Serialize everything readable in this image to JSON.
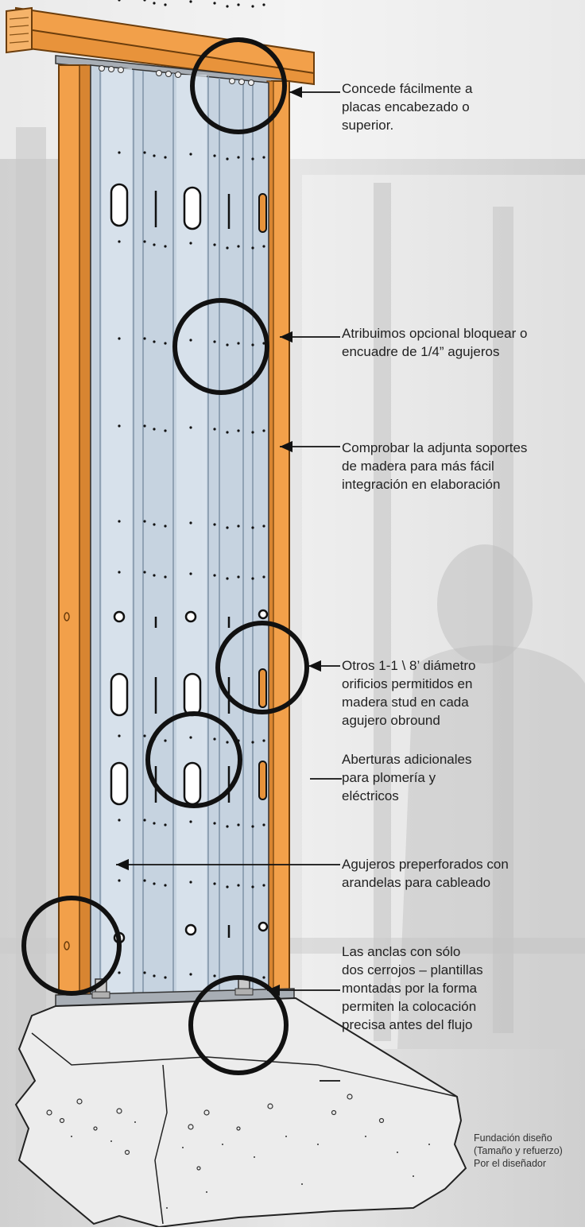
{
  "callouts": [
    {
      "id": "header",
      "text": "Concede fácilmente a\nplacas encabezado o\nsuperior."
    },
    {
      "id": "blocking",
      "text": "Atribuimos opcional bloquear o\nencuadre de 1/4” agujeros"
    },
    {
      "id": "wood-studs",
      "text": "Comprobar la adjunta soportes\nde madera para más fácil\nintegración en elaboración"
    },
    {
      "id": "holes-diameter",
      "text": "Otros 1-1 \\ 8’ diámetro\norificios permitidos en\nmadera stud en cada\nagujero obround"
    },
    {
      "id": "openings",
      "text": "Aberturas adicionales\npara plomería y\neléctricos"
    },
    {
      "id": "predrilled",
      "text": "Agujeros preperforados con\narandelas para cableado"
    },
    {
      "id": "anchors",
      "text": "Las anclas con sólo\ndos cerrojos – plantillas\nmontadas por la forma\npermiten la colocación\nprecisa antes del flujo"
    }
  ],
  "foundation_note": "Fundación diseño\n(Tamaño y refuerzo)\nPor el diseñador",
  "colors": {
    "wood": "#f2a04a",
    "wood_edge": "#b86f1e",
    "steel": "#c6d3e0",
    "steel_dark": "#9fb0c2",
    "concrete": "#e9e9e9",
    "circle": "#111111",
    "background": "#dcdcdc"
  }
}
